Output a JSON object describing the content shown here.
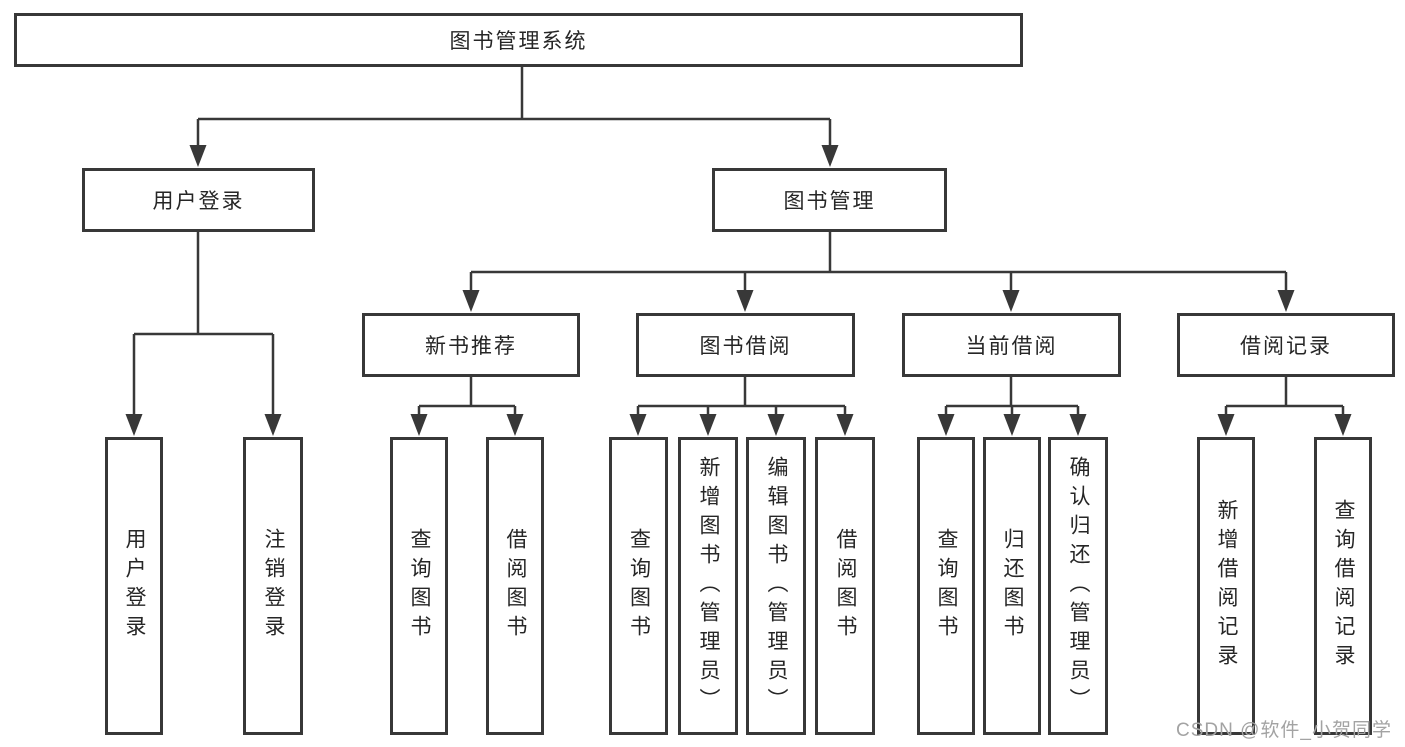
{
  "diagram": {
    "root_label": "图书管理系统",
    "level2": [
      {
        "label": "用户登录",
        "children": [
          "用户登录",
          "注销登录"
        ]
      },
      {
        "label": "图书管理",
        "children": [
          {
            "label": "新书推荐",
            "children": [
              "查询图书",
              "借阅图书"
            ]
          },
          {
            "label": "图书借阅",
            "children": [
              "查询图书",
              "新增图书（管理员）",
              "编辑图书（管理员）",
              "借阅图书"
            ]
          },
          {
            "label": "当前借阅",
            "children": [
              "查询图书",
              "归还图书",
              "确认归还（管理员）"
            ]
          },
          {
            "label": "借阅记录",
            "children": [
              "新增借阅记录",
              "查询借阅记录"
            ]
          }
        ]
      }
    ]
  },
  "watermark": "CSDN @软件_小贺同学",
  "colors": {
    "line_color": "#383838",
    "text_color": "#262626",
    "watermark_color": "#a3a3a3",
    "bg_color": "#ffffff"
  }
}
